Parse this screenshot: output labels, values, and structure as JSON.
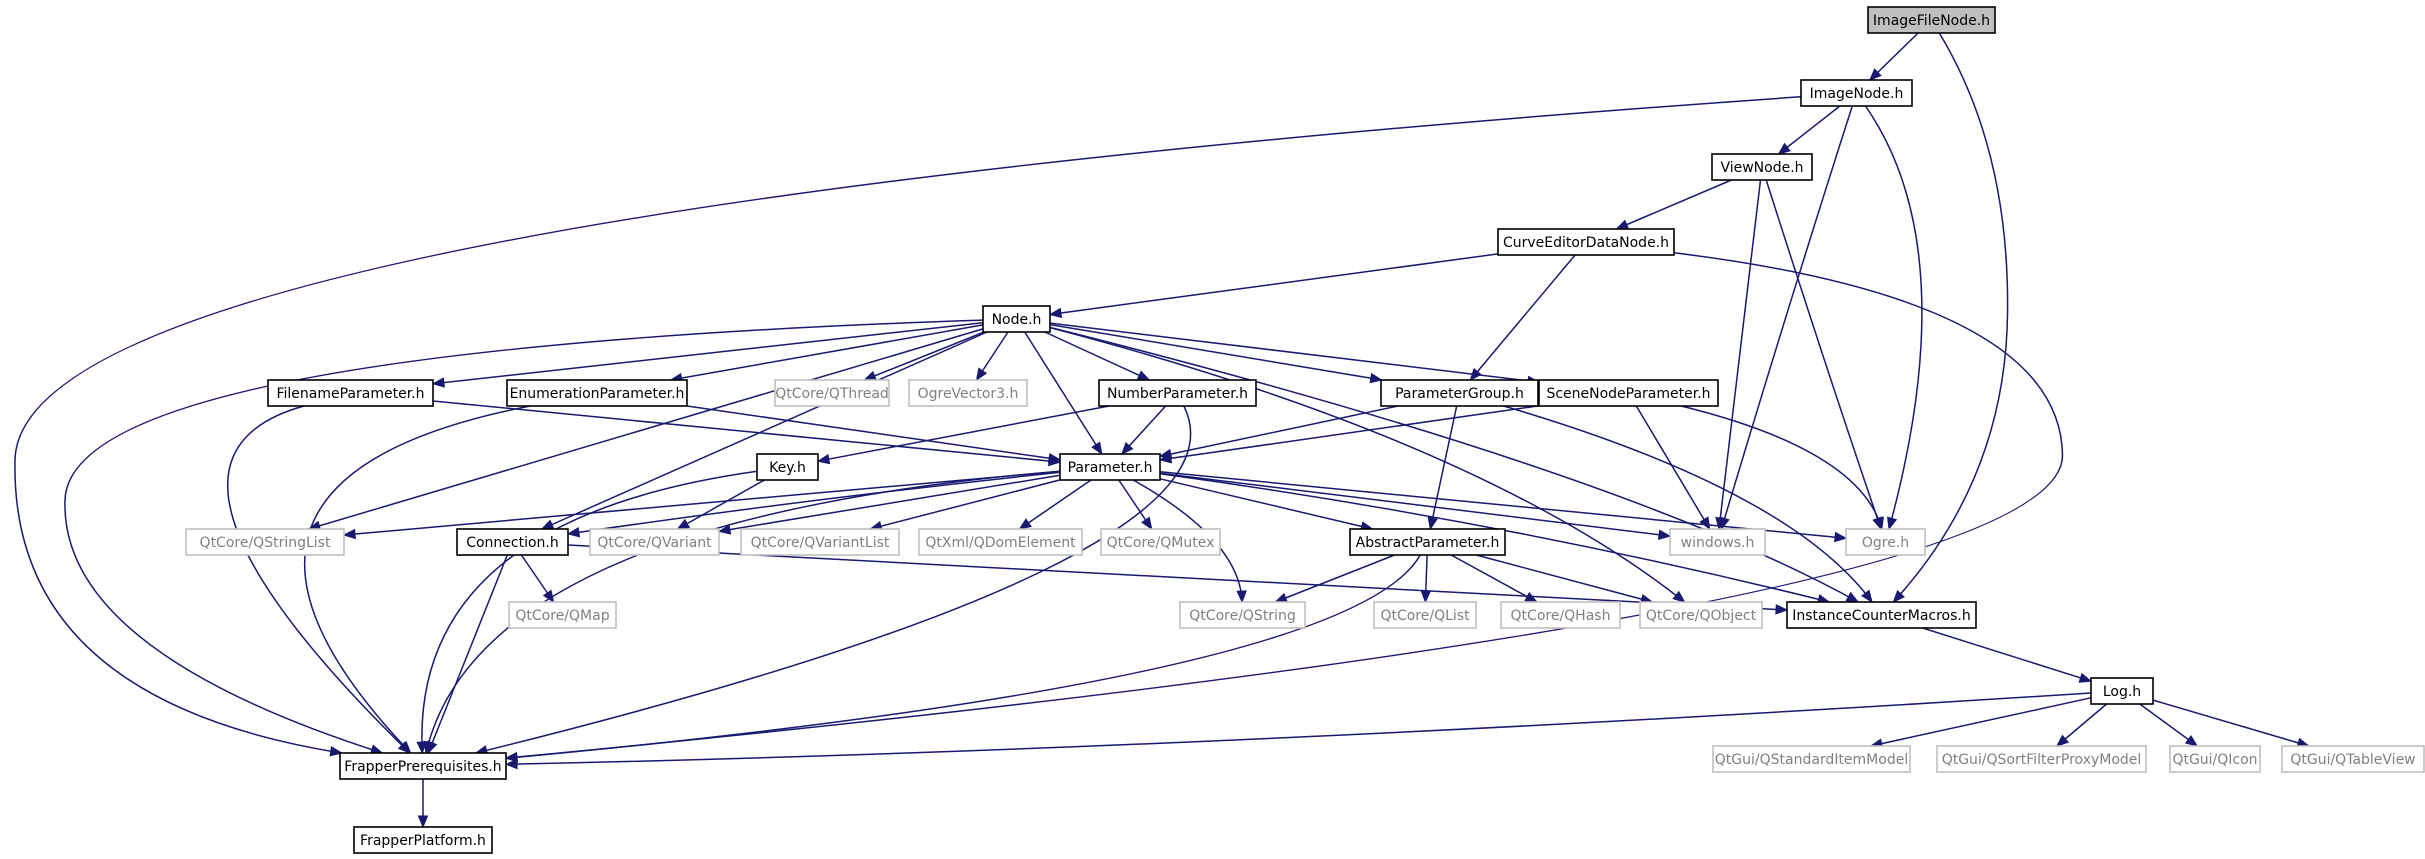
{
  "diagram": {
    "title": "",
    "nodes": [
      {
        "id": "ImageFileNode",
        "label": "ImageFileNode.h",
        "kind": "root"
      },
      {
        "id": "ImageNode",
        "label": "ImageNode.h",
        "kind": "doc"
      },
      {
        "id": "ViewNode",
        "label": "ViewNode.h",
        "kind": "doc"
      },
      {
        "id": "CurveEditorDataNode",
        "label": "CurveEditorDataNode.h",
        "kind": "doc"
      },
      {
        "id": "Node",
        "label": "Node.h",
        "kind": "doc"
      },
      {
        "id": "FilenameParameter",
        "label": "FilenameParameter.h",
        "kind": "doc"
      },
      {
        "id": "EnumerationParameter",
        "label": "EnumerationParameter.h",
        "kind": "doc"
      },
      {
        "id": "QThread",
        "label": "QtCore/QThread",
        "kind": "ext"
      },
      {
        "id": "OgreVector3",
        "label": "OgreVector3.h",
        "kind": "ext"
      },
      {
        "id": "NumberParameter",
        "label": "NumberParameter.h",
        "kind": "doc"
      },
      {
        "id": "ParameterGroup",
        "label": "ParameterGroup.h",
        "kind": "doc"
      },
      {
        "id": "SceneNodeParameter",
        "label": "SceneNodeParameter.h",
        "kind": "doc"
      },
      {
        "id": "Key",
        "label": "Key.h",
        "kind": "doc"
      },
      {
        "id": "Parameter",
        "label": "Parameter.h",
        "kind": "doc"
      },
      {
        "id": "QStringList",
        "label": "QtCore/QStringList",
        "kind": "ext"
      },
      {
        "id": "Connection",
        "label": "Connection.h",
        "kind": "doc"
      },
      {
        "id": "QVariant",
        "label": "QtCore/QVariant",
        "kind": "ext"
      },
      {
        "id": "QVariantList",
        "label": "QtCore/QVariantList",
        "kind": "ext"
      },
      {
        "id": "QDomElement",
        "label": "QtXml/QDomElement",
        "kind": "ext"
      },
      {
        "id": "QMutex",
        "label": "QtCore/QMutex",
        "kind": "ext"
      },
      {
        "id": "AbstractParameter",
        "label": "AbstractParameter.h",
        "kind": "doc"
      },
      {
        "id": "windows",
        "label": "windows.h",
        "kind": "ext"
      },
      {
        "id": "Ogre",
        "label": "Ogre.h",
        "kind": "ext"
      },
      {
        "id": "QMap",
        "label": "QtCore/QMap",
        "kind": "ext"
      },
      {
        "id": "QString",
        "label": "QtCore/QString",
        "kind": "ext"
      },
      {
        "id": "QList",
        "label": "QtCore/QList",
        "kind": "ext"
      },
      {
        "id": "QHash",
        "label": "QtCore/QHash",
        "kind": "ext"
      },
      {
        "id": "QObject",
        "label": "QtCore/QObject",
        "kind": "ext"
      },
      {
        "id": "InstanceCounterMacros",
        "label": "InstanceCounterMacros.h",
        "kind": "doc"
      },
      {
        "id": "Log",
        "label": "Log.h",
        "kind": "doc"
      },
      {
        "id": "FrapperPrerequisites",
        "label": "FrapperPrerequisites.h",
        "kind": "doc"
      },
      {
        "id": "QStandardItemModel",
        "label": "QtGui/QStandardItemModel",
        "kind": "ext"
      },
      {
        "id": "QSortFilterProxyModel",
        "label": "QtGui/QSortFilterProxyModel",
        "kind": "ext"
      },
      {
        "id": "QIcon",
        "label": "QtGui/QIcon",
        "kind": "ext"
      },
      {
        "id": "QTableView",
        "label": "QtGui/QTableView",
        "kind": "ext"
      },
      {
        "id": "FrapperPlatform",
        "label": "FrapperPlatform.h",
        "kind": "doc"
      }
    ],
    "edges": [
      {
        "from": "ImageFileNode",
        "to": "ImageNode"
      },
      {
        "from": "ImageFileNode",
        "to": "InstanceCounterMacros"
      },
      {
        "from": "ImageNode",
        "to": "FrapperPrerequisites"
      },
      {
        "from": "ImageNode",
        "to": "ViewNode"
      },
      {
        "from": "ImageNode",
        "to": "windows"
      },
      {
        "from": "ImageNode",
        "to": "Ogre"
      },
      {
        "from": "ViewNode",
        "to": "CurveEditorDataNode"
      },
      {
        "from": "ViewNode",
        "to": "windows"
      },
      {
        "from": "ViewNode",
        "to": "Ogre"
      },
      {
        "from": "CurveEditorDataNode",
        "to": "Node"
      },
      {
        "from": "CurveEditorDataNode",
        "to": "ParameterGroup"
      },
      {
        "from": "CurveEditorDataNode",
        "to": "FrapperPrerequisites"
      },
      {
        "from": "Node",
        "to": "FrapperPrerequisites"
      },
      {
        "from": "Node",
        "to": "FilenameParameter"
      },
      {
        "from": "Node",
        "to": "QStringList"
      },
      {
        "from": "Node",
        "to": "EnumerationParameter"
      },
      {
        "from": "Node",
        "to": "Connection"
      },
      {
        "from": "Node",
        "to": "QThread"
      },
      {
        "from": "Node",
        "to": "OgreVector3"
      },
      {
        "from": "Node",
        "to": "Parameter"
      },
      {
        "from": "Node",
        "to": "NumberParameter"
      },
      {
        "from": "Node",
        "to": "ParameterGroup"
      },
      {
        "from": "Node",
        "to": "SceneNodeParameter"
      },
      {
        "from": "Node",
        "to": "QObject"
      },
      {
        "from": "Node",
        "to": "InstanceCounterMacros"
      },
      {
        "from": "FilenameParameter",
        "to": "Parameter"
      },
      {
        "from": "FilenameParameter",
        "to": "FrapperPrerequisites"
      },
      {
        "from": "EnumerationParameter",
        "to": "Parameter"
      },
      {
        "from": "EnumerationParameter",
        "to": "FrapperPrerequisites"
      },
      {
        "from": "NumberParameter",
        "to": "Key"
      },
      {
        "from": "NumberParameter",
        "to": "Parameter"
      },
      {
        "from": "NumberParameter",
        "to": "FrapperPrerequisites"
      },
      {
        "from": "ParameterGroup",
        "to": "Parameter"
      },
      {
        "from": "ParameterGroup",
        "to": "AbstractParameter"
      },
      {
        "from": "ParameterGroup",
        "to": "InstanceCounterMacros"
      },
      {
        "from": "SceneNodeParameter",
        "to": "Parameter"
      },
      {
        "from": "SceneNodeParameter",
        "to": "windows"
      },
      {
        "from": "SceneNodeParameter",
        "to": "Ogre"
      },
      {
        "from": "Key",
        "to": "QVariant"
      },
      {
        "from": "Key",
        "to": "FrapperPrerequisites"
      },
      {
        "from": "Parameter",
        "to": "QStringList"
      },
      {
        "from": "Parameter",
        "to": "Connection"
      },
      {
        "from": "Parameter",
        "to": "QVariant"
      },
      {
        "from": "Parameter",
        "to": "QVariantList"
      },
      {
        "from": "Parameter",
        "to": "QDomElement"
      },
      {
        "from": "Parameter",
        "to": "QMutex"
      },
      {
        "from": "Parameter",
        "to": "QString"
      },
      {
        "from": "Parameter",
        "to": "AbstractParameter"
      },
      {
        "from": "Parameter",
        "to": "windows"
      },
      {
        "from": "Parameter",
        "to": "Ogre"
      },
      {
        "from": "Parameter",
        "to": "InstanceCounterMacros"
      },
      {
        "from": "Parameter",
        "to": "FrapperPrerequisites"
      },
      {
        "from": "Connection",
        "to": "QMap"
      },
      {
        "from": "Connection",
        "to": "FrapperPrerequisites"
      },
      {
        "from": "Connection",
        "to": "InstanceCounterMacros"
      },
      {
        "from": "AbstractParameter",
        "to": "QString"
      },
      {
        "from": "AbstractParameter",
        "to": "QList"
      },
      {
        "from": "AbstractParameter",
        "to": "QHash"
      },
      {
        "from": "AbstractParameter",
        "to": "QObject"
      },
      {
        "from": "AbstractParameter",
        "to": "FrapperPrerequisites"
      },
      {
        "from": "InstanceCounterMacros",
        "to": "Log"
      },
      {
        "from": "Log",
        "to": "FrapperPrerequisites"
      },
      {
        "from": "Log",
        "to": "QStandardItemModel"
      },
      {
        "from": "Log",
        "to": "QSortFilterProxyModel"
      },
      {
        "from": "Log",
        "to": "QIcon"
      },
      {
        "from": "Log",
        "to": "QTableView"
      },
      {
        "from": "FrapperPrerequisites",
        "to": "FrapperPlatform"
      }
    ]
  }
}
